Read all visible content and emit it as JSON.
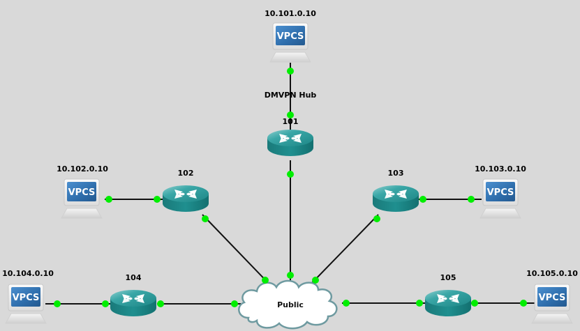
{
  "topology": {
    "routers": [
      {
        "id": "r101",
        "label": "101"
      },
      {
        "id": "r102",
        "label": "102"
      },
      {
        "id": "r103",
        "label": "103"
      },
      {
        "id": "r104",
        "label": "104"
      },
      {
        "id": "r105",
        "label": "105"
      }
    ],
    "hosts": [
      {
        "id": "h101",
        "label": "10.101.0.10",
        "icon_text": "VPCS"
      },
      {
        "id": "h102",
        "label": "10.102.0.10",
        "icon_text": "VPCS"
      },
      {
        "id": "h103",
        "label": "10.103.0.10",
        "icon_text": "VPCS"
      },
      {
        "id": "h104",
        "label": "10.104.0.10",
        "icon_text": "VPCS"
      },
      {
        "id": "h105",
        "label": "10.105.0.10",
        "icon_text": "VPCS"
      }
    ],
    "cloud": {
      "id": "public",
      "label": "Public"
    },
    "annotations": [
      {
        "id": "dmvpn-hub-note",
        "text": "DMVPN Hub"
      }
    ],
    "links": [
      {
        "from": "h101",
        "to": "r101"
      },
      {
        "from": "h102",
        "to": "r102"
      },
      {
        "from": "h103",
        "to": "r103"
      },
      {
        "from": "h104",
        "to": "r104"
      },
      {
        "from": "h105",
        "to": "r105"
      },
      {
        "from": "r101",
        "to": "public"
      },
      {
        "from": "r102",
        "to": "public"
      },
      {
        "from": "r103",
        "to": "public"
      },
      {
        "from": "r104",
        "to": "public"
      },
      {
        "from": "r105",
        "to": "public"
      }
    ],
    "link_status": "up"
  },
  "colors": {
    "background": "#d9d9d9",
    "link": "#111111",
    "port_up": "#00ee00",
    "router_body": "#1f8a8a",
    "router_top": "#3aa7a7",
    "vpcs_screen": "#2f6fae",
    "cloud_fill": "#ffffff",
    "cloud_stroke": "#6e9aa0"
  }
}
